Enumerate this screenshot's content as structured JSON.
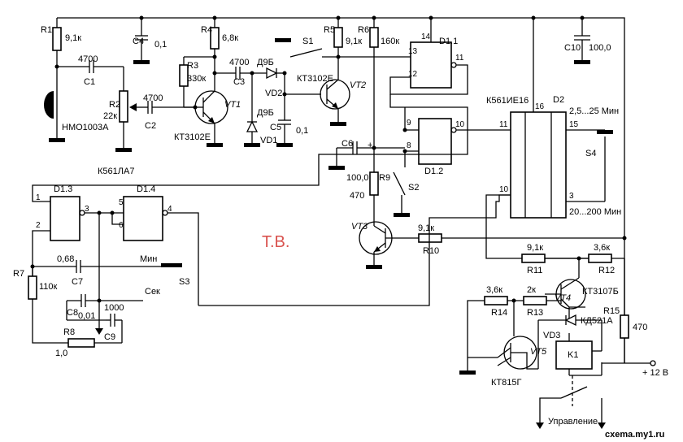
{
  "watermark": "Т.В.",
  "site": "cxema.my1.ru",
  "labels": {
    "R1": "R1",
    "R1v": "9,1к",
    "C4": "C4",
    "C4v": "0,1",
    "R4": "R4",
    "R4v": "6,8к",
    "S1": "S1",
    "R5": "R5",
    "R5v": "9,1к",
    "R6": "R6",
    "R6v": "160к",
    "D11": "D1.1",
    "C10": "C10",
    "C10v": "100,0",
    "c4700a": "4700",
    "C1": "C1",
    "R3": "R3",
    "R3v": "330к",
    "c4700b": "4700",
    "C3": "C3",
    "d9b1": "Д9Б",
    "kt3102e_a": "КТ3102Е",
    "vt2": "VT2",
    "vd2": "VD2",
    "R2": "R2",
    "R2v": "22к",
    "c4700c": "4700",
    "C2": "C2",
    "vt1": "VT1",
    "kt3102e_b": "КТ3102Е",
    "d9b2": "Д9Б",
    "vd1": "VD1",
    "C5": "C5",
    "C5v": "0,1",
    "mic": "НМО1003А",
    "k561ie16": "К561ИЕ16",
    "D2": "D2",
    "t1": "2,5...25 Мин",
    "S4": "S4",
    "k561la7": "К561ЛА7",
    "C6": "C6",
    "C6v": "100,0",
    "R9": "R9",
    "R9v": "470",
    "S2": "S2",
    "D12": "D1.2",
    "D13": "D1.3",
    "D14": "D1.4",
    "t2": "20...200 Мин",
    "vt3": "VT3",
    "R10v": "9,1к",
    "R10": "R10",
    "c068": "0,68",
    "C7": "C7",
    "min": "Мин",
    "S3": "S3",
    "R7": "R7",
    "R7v": "110к",
    "sek": "Сек",
    "C8": "C8",
    "c001": "0,01",
    "c1000": "1000",
    "C9": "C9",
    "R8": "R8",
    "R8v": "1,0",
    "R11v": "9,1к",
    "R11": "R11",
    "R12v": "3,6к",
    "R12": "R12",
    "R14v": "3,6к",
    "R14": "R14",
    "R13v": "2к",
    "R13": "R13",
    "vt4": "VT4",
    "kt3107b": "КТ3107Б",
    "R15": "R15",
    "R15v": "470",
    "kd521a": "КД521А",
    "vd3": "VD3",
    "vt5": "VT5",
    "K1": "K1",
    "kt815g": "КТ815Г",
    "plus12": "+ 12 В",
    "upr": "Управление",
    "p14": "14",
    "p11": "11",
    "p12": "12",
    "p13": "13",
    "p9": "9",
    "p8": "8",
    "p10": "10",
    "p16": "16",
    "p11b": "11",
    "p15": "15",
    "p10b": "10",
    "p3b": "3",
    "p1": "1",
    "p2": "2",
    "p3": "3",
    "p5": "5",
    "p6": "6",
    "p4": "4",
    "plus": "+"
  }
}
